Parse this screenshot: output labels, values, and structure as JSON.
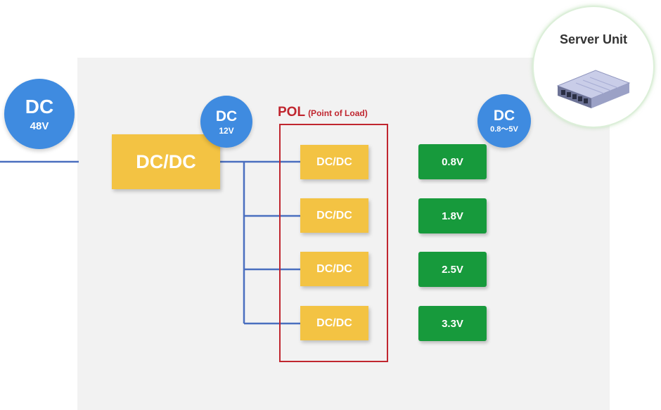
{
  "input": {
    "title": "DC",
    "voltage": "48V"
  },
  "main_converter": {
    "label": "DC/DC"
  },
  "bus": {
    "title": "DC",
    "voltage": "12V"
  },
  "pol": {
    "title": "POL",
    "subtitle": "(Point of Load)"
  },
  "pol_converters": [
    "DC/DC",
    "DC/DC",
    "DC/DC",
    "DC/DC"
  ],
  "output": {
    "title": "DC",
    "voltage": "0.8～5V"
  },
  "outputs": [
    "0.8V",
    "1.8V",
    "2.5V",
    "3.3V"
  ],
  "server": {
    "label": "Server Unit"
  },
  "colors": {
    "wire": "#4a6fbf",
    "circle": "#3f8be0",
    "converter": "#f3c343",
    "output": "#179a3c",
    "pol_border": "#c0262f"
  }
}
